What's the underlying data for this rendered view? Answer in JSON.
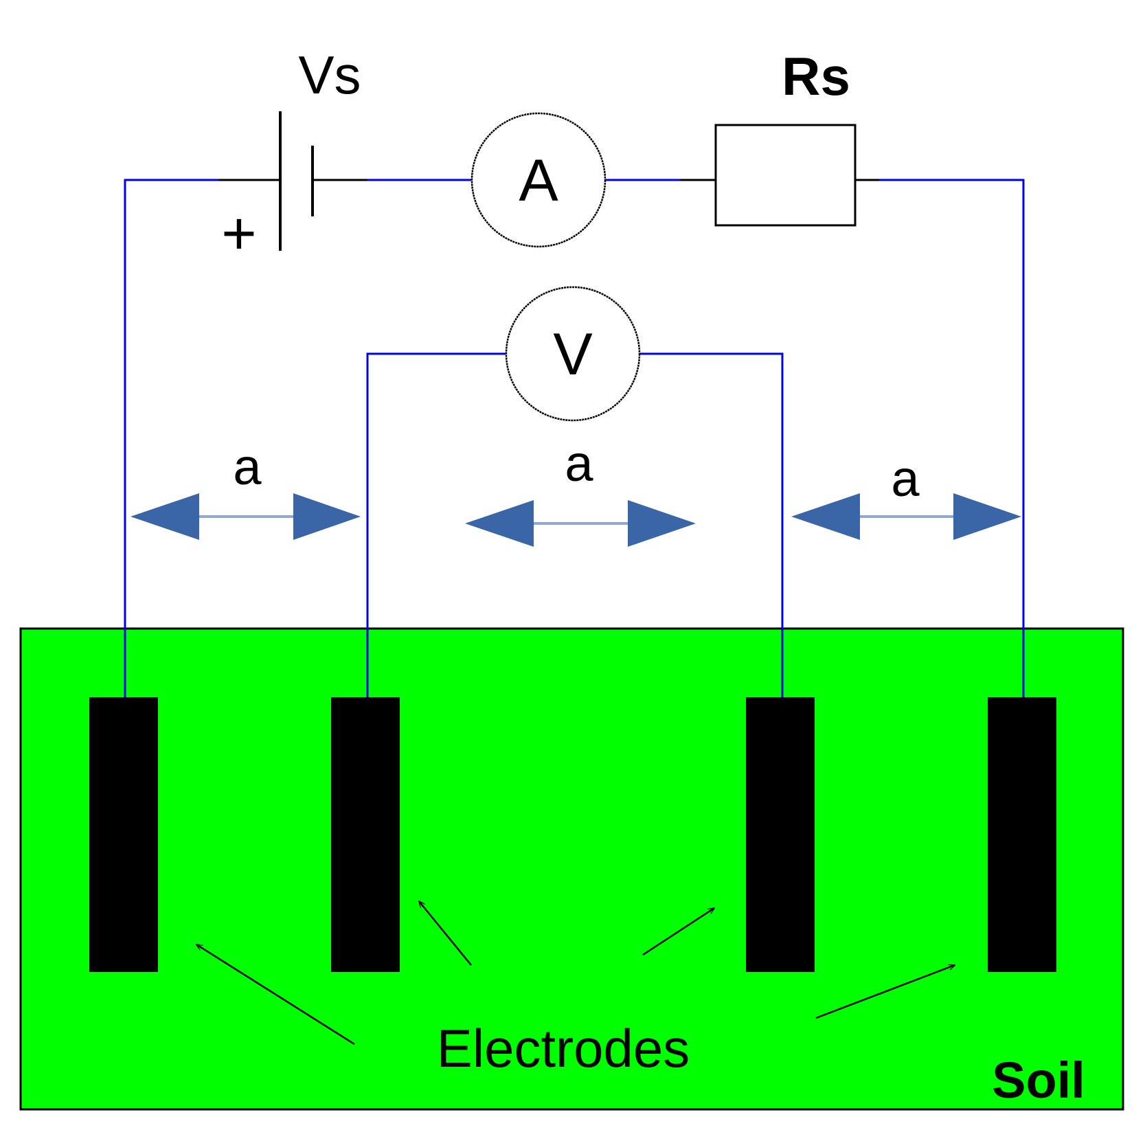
{
  "labels": {
    "source": "Vs",
    "resistor": "Rs",
    "plus": "+",
    "ammeter": "A",
    "voltmeter": "V",
    "spacing_left": "a",
    "spacing_middle": "a",
    "spacing_right": "a",
    "electrodes": "Electrodes",
    "soil": "Soil"
  },
  "colors": {
    "wire": "#0000ee",
    "soil": "#00ff00",
    "electrode": "#000000",
    "spacing_arrow": "#3a66a8",
    "spacing_arrow_line": "#8fa9d4",
    "text": "#000000",
    "spacing_label": "#4a2c00"
  }
}
